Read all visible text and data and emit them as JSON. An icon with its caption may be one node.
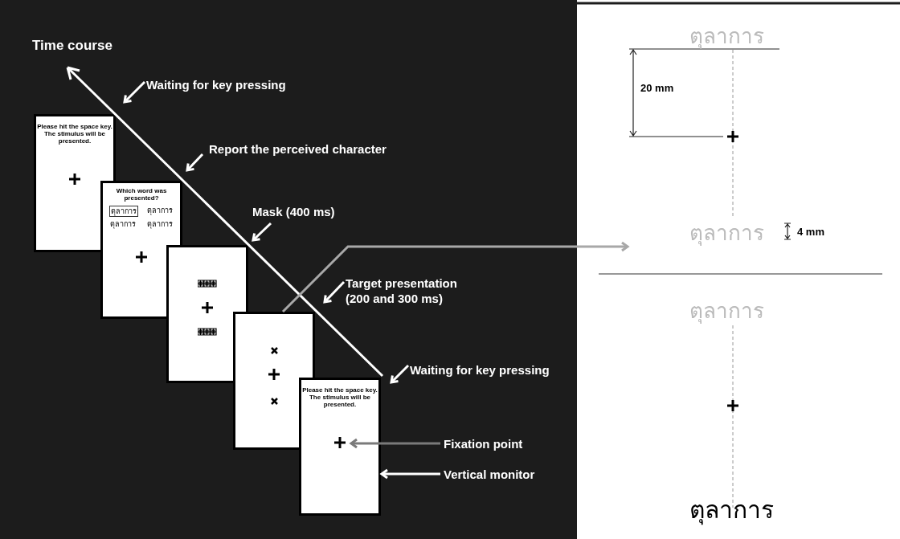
{
  "diagram": {
    "nodes": [
      {
        "text": [
          "Please hit the space key. The stimulus will be presented."
        ]
      },
      {
        "text": [
          "Which word was presented?",
          "ตุลาการ",
          "ตุลาการ",
          "ตุลาการ",
          "ตุลาการ"
        ]
      },
      {
        "text": [],
        "shape": "box"
      },
      {
        "text": [],
        "shape": "box"
      },
      {
        "text": [
          "Please hit the space key. The stimulus will be presented."
        ]
      },
      {
        "text": [
          "Waiting for key pressing"
        ]
      },
      {
        "text": [
          "Report the perceived character"
        ]
      },
      {
        "text": [
          "Mask (400 ms)"
        ]
      },
      {
        "text": [
          "Target presentation (200 and 300 ms)"
        ]
      },
      {
        "text": [
          "Waiting for key pressing"
        ]
      },
      {
        "text": [
          "Fixation point"
        ]
      },
      {
        "text": [
          "Vertical monitor"
        ]
      },
      {
        "text": [
          "ตุลาการ",
          "ตุลาการ"
        ]
      },
      {
        "text": [
          "ตุลาการ",
          "ตุลาการ"
        ]
      }
    ],
    "edges": [
      {
        "from": 5,
        "to": null,
        "arrow": "to"
      },
      {
        "from": 6,
        "to": null,
        "arrow": "to"
      },
      {
        "from": 7,
        "to": null,
        "arrow": "to"
      },
      {
        "from": 8,
        "to": null,
        "arrow": "to"
      },
      {
        "from": 9,
        "to": null,
        "arrow": "to"
      },
      {
        "from": 10,
        "to": 4,
        "arrow": "to",
        "color": "#7a7a7a"
      },
      {
        "from": 11,
        "to": 4,
        "arrow": "to"
      },
      {
        "from": 3,
        "to": 12,
        "arrow": "to",
        "color": "#a8a8a8"
      }
    ],
    "labels": [
      "Time course",
      "20 mm",
      "4 mm"
    ]
  }
}
